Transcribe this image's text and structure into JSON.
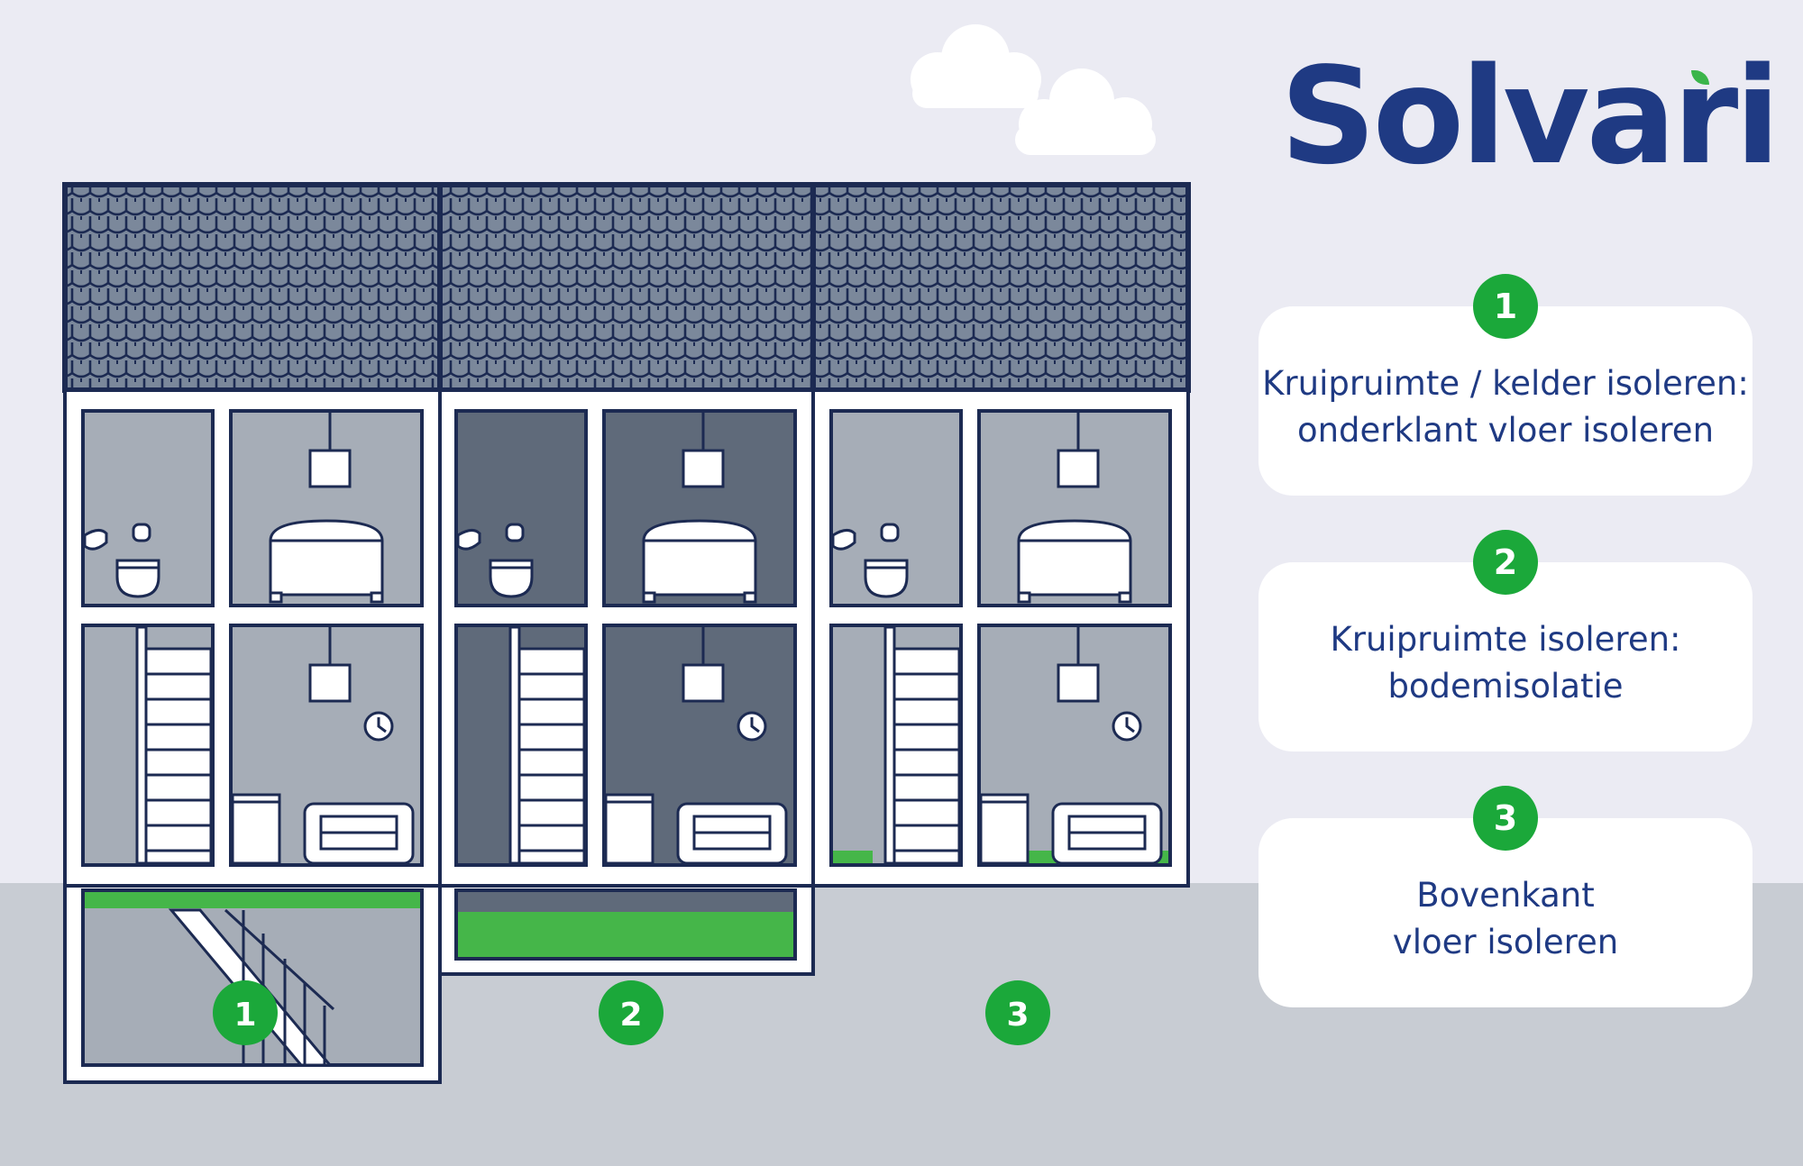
{
  "brand": {
    "name": "Solvari",
    "text_color": "#1f3a83",
    "accent_color": "#3bb54a"
  },
  "colors": {
    "background": "#ebebf3",
    "ground": "#c8ccd3",
    "roof": "#7b889b",
    "outline": "#1c2a52",
    "room_light": "#a6adb7",
    "room_dark": "#5f6a7a",
    "insulation": "#45b649",
    "badge": "#1ba83a"
  },
  "options": [
    {
      "number": "1",
      "title": "Kruipruimte / kelder isoleren:\nonderklant vloer isoleren"
    },
    {
      "number": "2",
      "title": "Kruipruimte isoleren:\nbodemisolatie"
    },
    {
      "number": "3",
      "title": "Bovenkant\nvloer isoleren"
    }
  ],
  "diagram_badges": [
    "1",
    "2",
    "3"
  ],
  "icons": [
    "cloud-icon",
    "bed-icon",
    "toilet-icon",
    "lamp-icon",
    "clock-icon",
    "sofa-icon",
    "staircase-icon",
    "cabinet-icon"
  ]
}
